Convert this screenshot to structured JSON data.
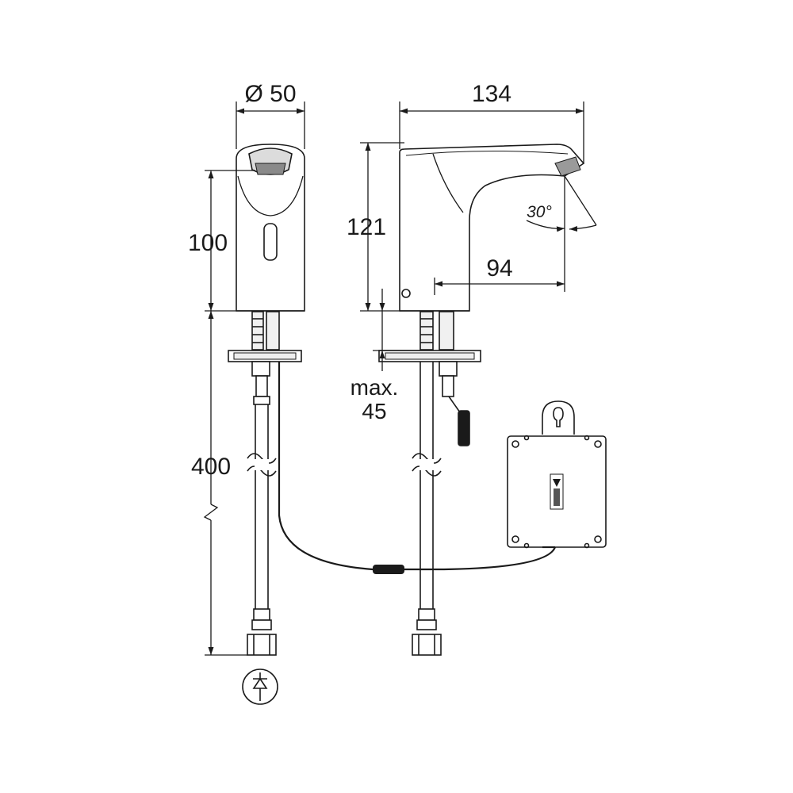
{
  "dimensions": {
    "diameter": "Ø 50",
    "height_front": "100",
    "pipe_length": "400",
    "depth": "134",
    "height_side": "121",
    "reach": "94",
    "angle": "30°",
    "max_label": "max.",
    "max_value": "45"
  },
  "colors": {
    "line": "#1a1a1a",
    "shade": "#e6e6e6",
    "dark": "#1a1a1a"
  }
}
